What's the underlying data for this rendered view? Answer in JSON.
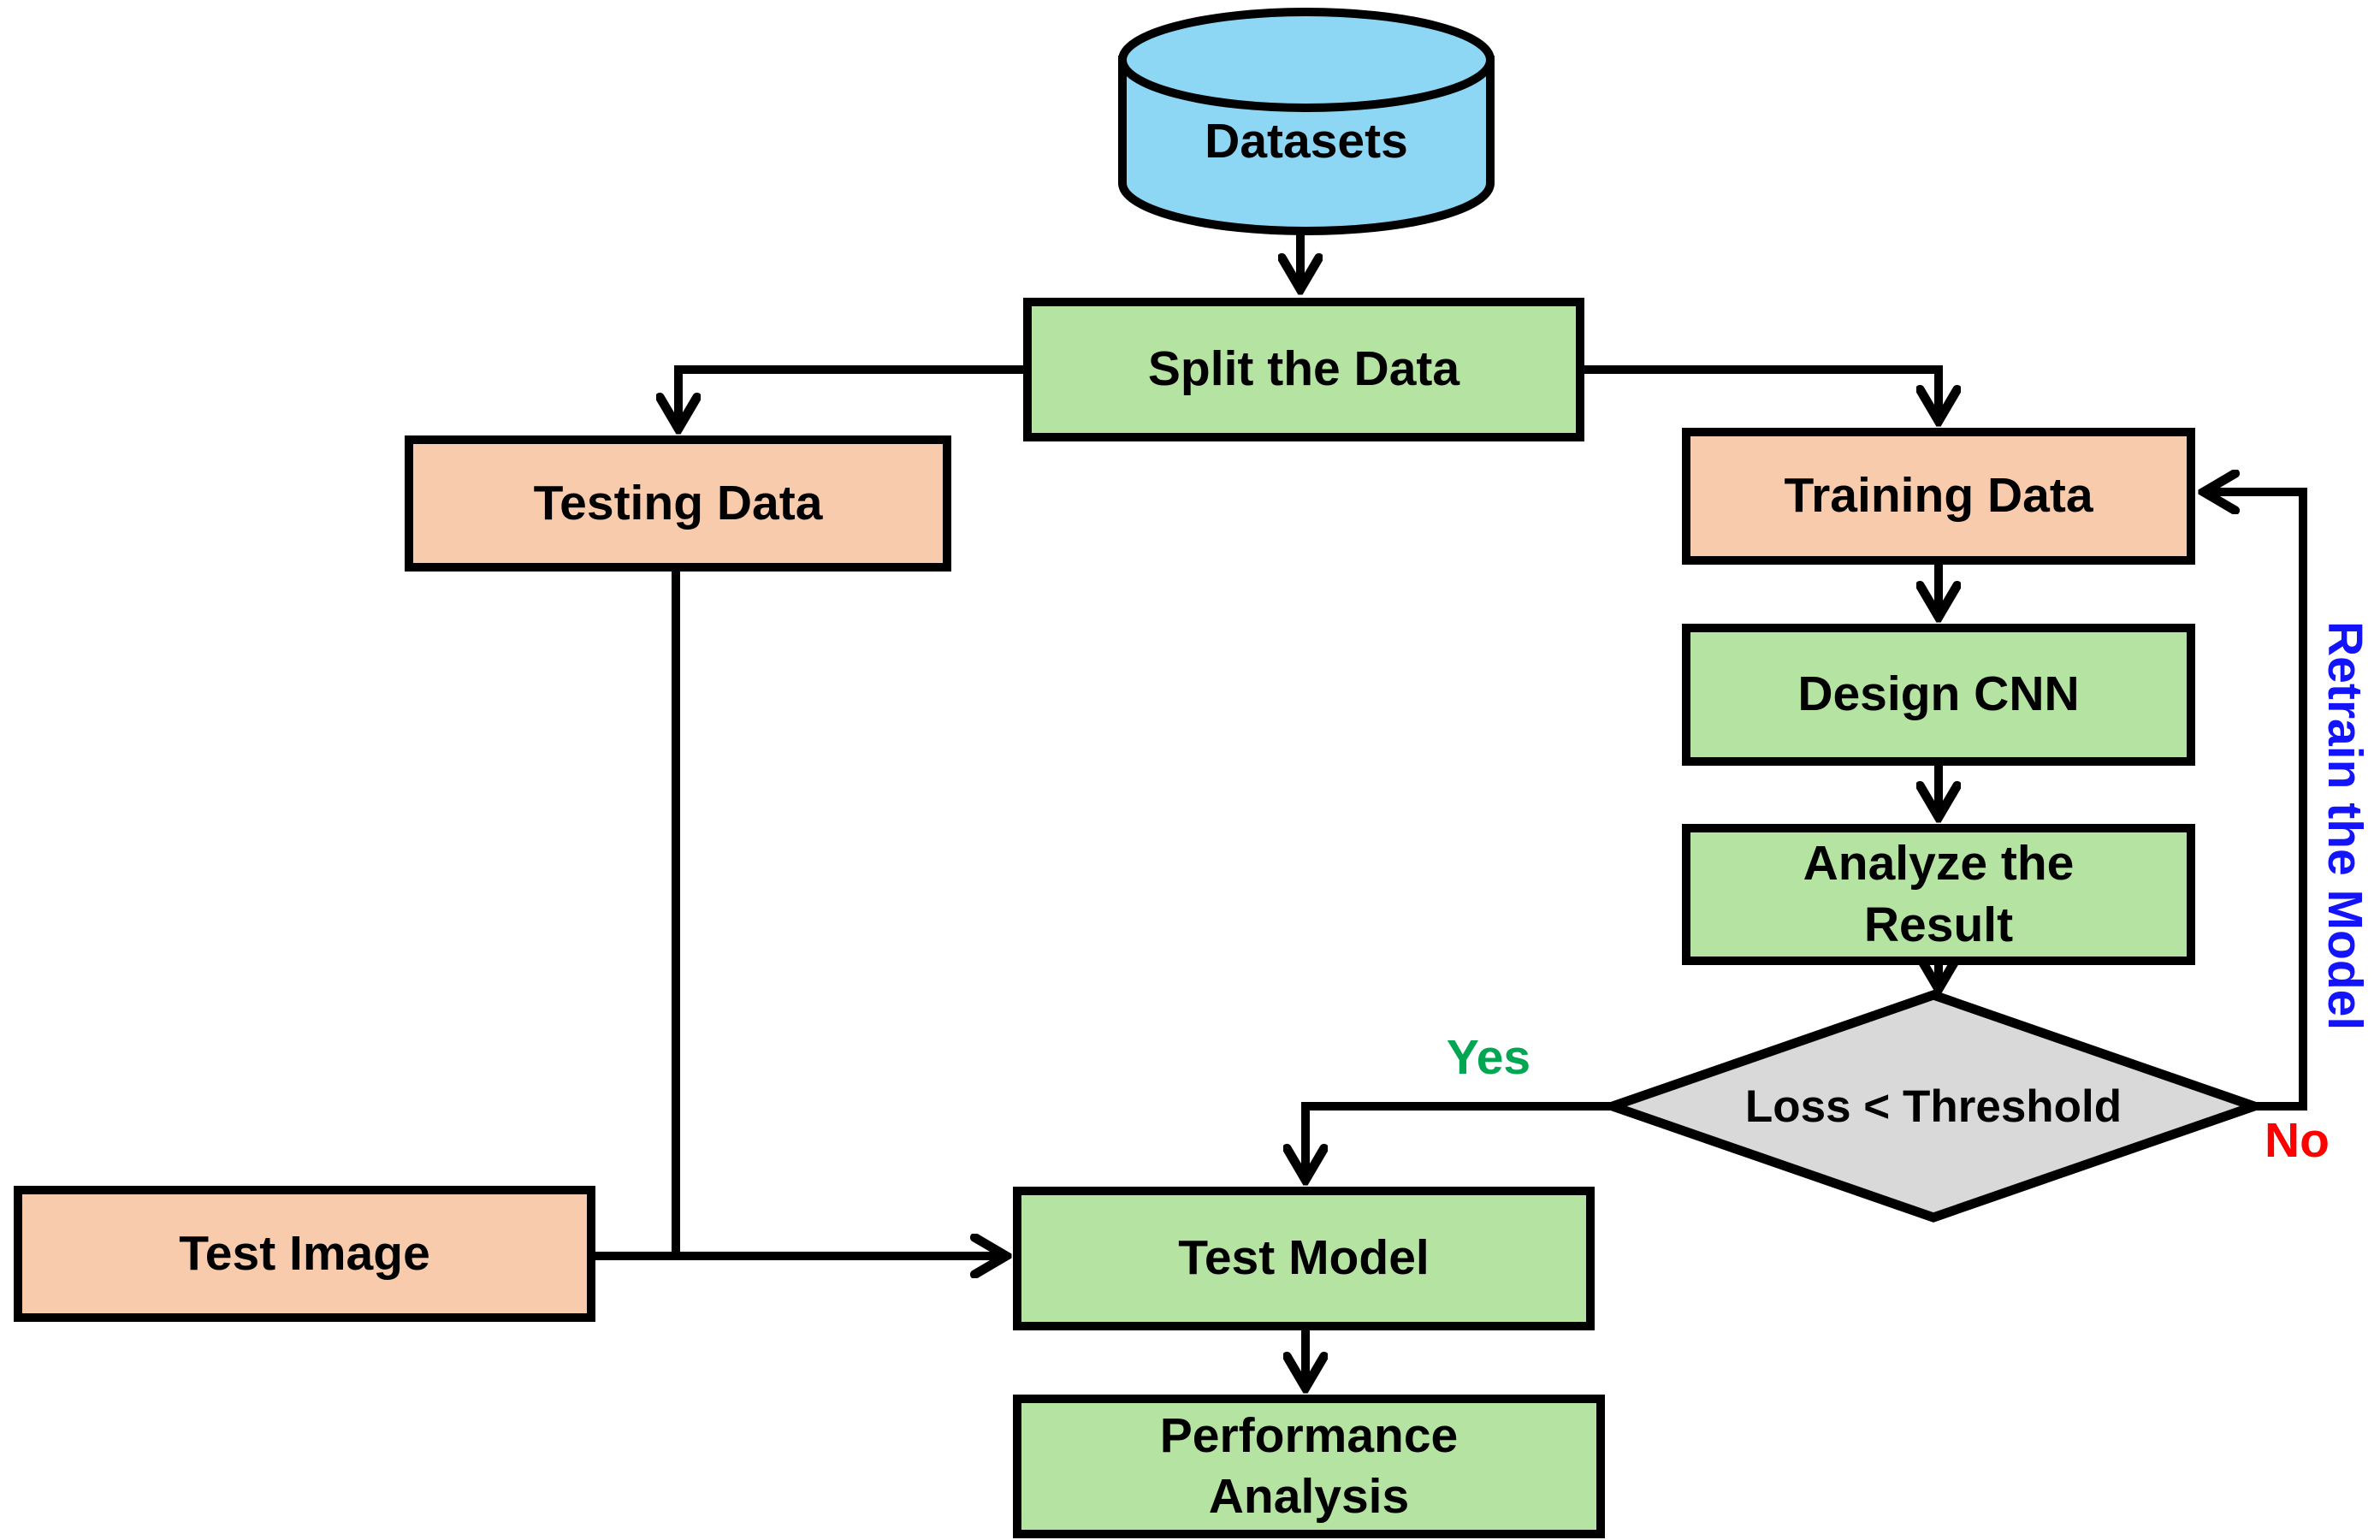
{
  "flowchart": {
    "nodes": {
      "datasets": {
        "label": "Datasets",
        "shape": "cylinder",
        "fill": "#8dd7f5"
      },
      "split": {
        "label": "Split the Data",
        "shape": "rect",
        "fill": "#b5e3a1"
      },
      "testing": {
        "label": "Testing Data",
        "shape": "rect",
        "fill": "#f8cbad"
      },
      "training": {
        "label": "Training Data",
        "shape": "rect",
        "fill": "#f8cbad"
      },
      "design": {
        "label": "Design CNN",
        "shape": "rect",
        "fill": "#b5e3a1"
      },
      "analyze": {
        "label": "Analyze the Result",
        "shape": "rect",
        "fill": "#b5e3a1"
      },
      "decision": {
        "label": "Loss < Threshold",
        "shape": "diamond",
        "fill": "#d9d9d9"
      },
      "test_model": {
        "label": "Test Model",
        "shape": "rect",
        "fill": "#b5e3a1"
      },
      "performance": {
        "label": "Performance Analysis",
        "shape": "rect",
        "fill": "#b5e3a1"
      },
      "test_image": {
        "label": "Test Image",
        "shape": "rect",
        "fill": "#f8cbad"
      }
    },
    "edge_labels": {
      "yes": "Yes",
      "no": "No",
      "retrain": "Retrain the Model"
    },
    "colors": {
      "process_fill": "#b5e3a1",
      "data_fill": "#f8cbad",
      "dataset_fill": "#8dd7f5",
      "decision_fill": "#d9d9d9",
      "line": "#000000",
      "yes_label": "#00a651",
      "no_label": "#ff0000",
      "retrain_label": "#1414fa"
    }
  }
}
